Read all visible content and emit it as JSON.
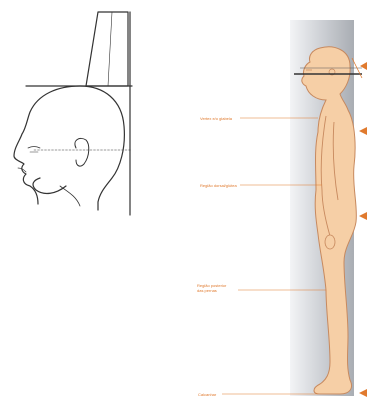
{
  "colors": {
    "line_art": "#333333",
    "skin": "#f6cfa6",
    "skin_outline": "#c7895e",
    "wall_light": "#eef0f3",
    "wall_dark": "#b9bcc2",
    "accent": "#e07a2e"
  },
  "left_figure": {
    "kind": "head-profile-stadiometer"
  },
  "right_figure": {
    "kind": "standing-figure-on-wall",
    "callouts": [
      {
        "label": "Vertex e/o glabela"
      },
      {
        "label": "Região dorsal/glútea"
      },
      {
        "label": "Região posterior\ndas pernas"
      },
      {
        "label": "Calcanhar"
      }
    ],
    "arrow_markers": [
      "head",
      "shoulders",
      "buttocks",
      "heels"
    ]
  }
}
